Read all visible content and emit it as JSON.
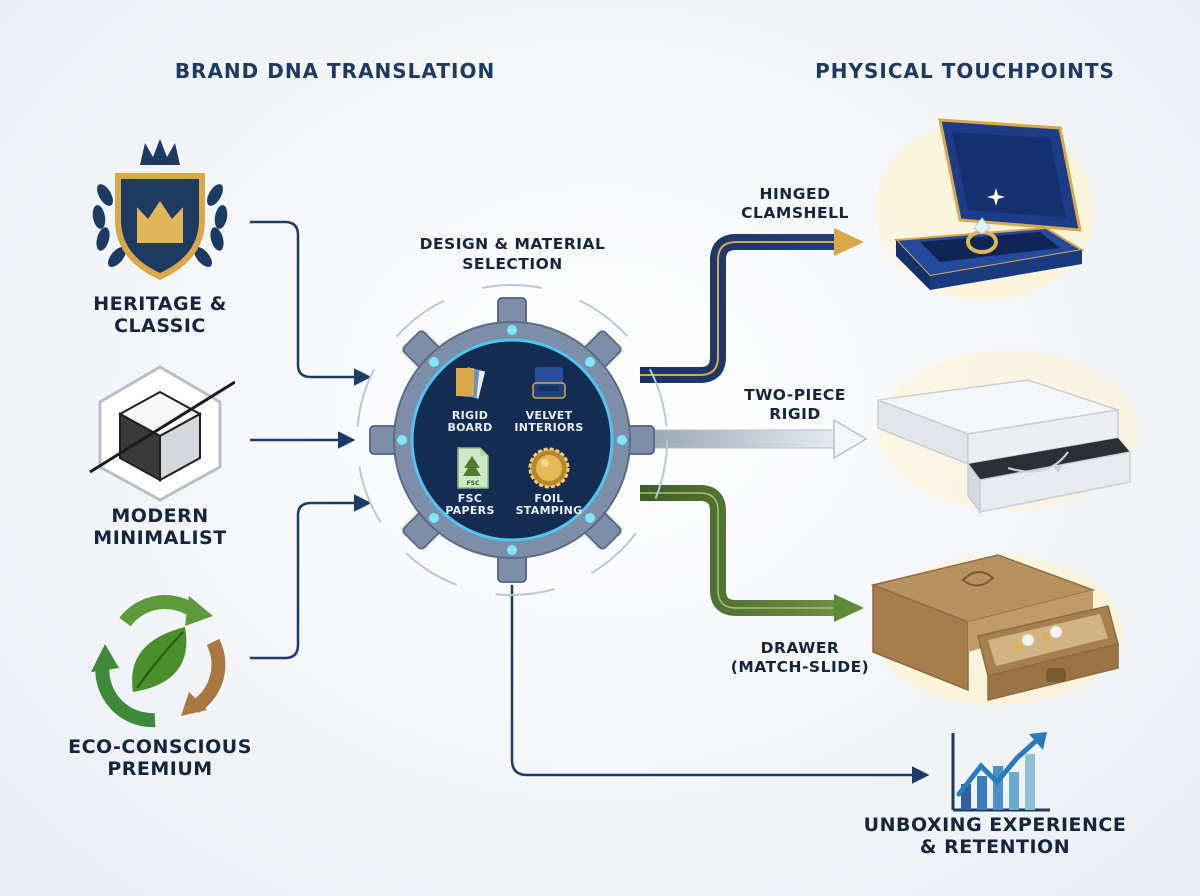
{
  "headers": {
    "left": "BRAND DNA TRANSLATION",
    "right": "PHYSICAL TOUCHPOINTS"
  },
  "brand_dna": [
    {
      "label_line1": "HERITAGE &",
      "label_line2": "CLASSIC",
      "icon": "crown-shield-icon"
    },
    {
      "label_line1": "MODERN",
      "label_line2": "MINIMALIST",
      "icon": "cube-icon"
    },
    {
      "label_line1": "ECO-CONSCIOUS",
      "label_line2": "PREMIUM",
      "icon": "recycle-leaf-icon"
    }
  ],
  "center": {
    "title_line1": "DESIGN & MATERIAL",
    "title_line2": "SELECTION",
    "materials": [
      {
        "line1": "RIGID",
        "line2": "BOARD",
        "icon": "board-sheets-icon"
      },
      {
        "line1": "VELVET",
        "line2": "INTERIORS",
        "icon": "velvet-box-icon"
      },
      {
        "line1": "FSC",
        "line2": "PAPERS",
        "icon": "fsc-paper-icon"
      },
      {
        "line1": "FOIL",
        "line2": "STAMPING",
        "icon": "foil-seal-icon"
      }
    ]
  },
  "touchpoints": [
    {
      "line1": "HINGED",
      "line2": "CLAMSHELL",
      "icon": "clamshell-ring-box-icon",
      "arrow_color": "#1f3b6b"
    },
    {
      "line1": "TWO-PIECE",
      "line2": "RIGID",
      "icon": "two-piece-box-icon",
      "arrow_color": "#c9ced6"
    },
    {
      "line1": "DRAWER",
      "line2": "(MATCH-SLIDE)",
      "icon": "kraft-drawer-box-icon",
      "arrow_color": "#4a6b30"
    }
  ],
  "outcome": {
    "line1": "UNBOXING EXPERIENCE",
    "line2": "& RETENTION",
    "icon": "growth-chart-icon"
  },
  "colors": {
    "navy": "#1a3360",
    "gold": "#d8a84a",
    "green": "#4e7a2e",
    "gear": "#7d8ea8"
  }
}
